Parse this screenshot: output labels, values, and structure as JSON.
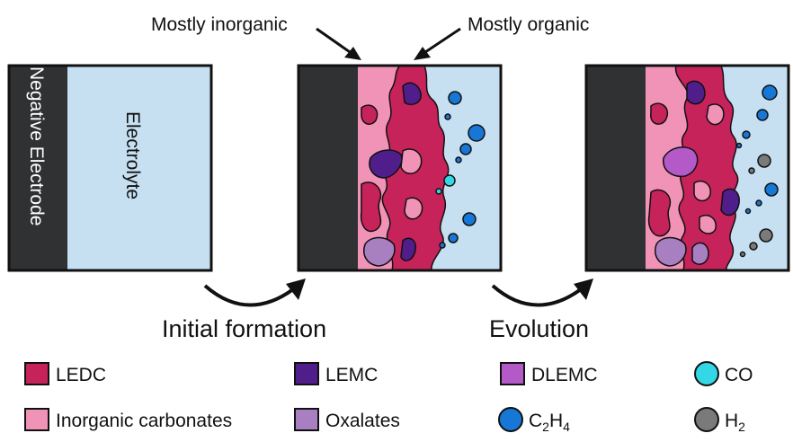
{
  "callouts": {
    "inorganic": "Mostly inorganic",
    "organic": "Mostly organic"
  },
  "panel1": {
    "electrode_label": "Negative Electrode",
    "electrolyte_label": "Electrolyte"
  },
  "arrows": {
    "formation": "Initial formation",
    "evolution": "Evolution"
  },
  "legend": {
    "ledc": "LEDC",
    "inorganic_carbonates": "Inorganic carbonates",
    "lemc": "LEMC",
    "oxalates": "Oxalates",
    "dlemc": "DLEMC",
    "c2h4": {
      "base1": "C",
      "sub1": "2",
      "base2": "H",
      "sub2": "4"
    },
    "co": "CO",
    "h2": {
      "base": "H",
      "sub": "2"
    }
  },
  "colors": {
    "electrode": "#2f3133",
    "electrolyte": "#c6e0f2",
    "ledc": "#c5235a",
    "inorganic_carbonates": "#f193b6",
    "lemc": "#4f1e8a",
    "oxalates": "#a87fc1",
    "dlemc": "#b459c8",
    "c2h4": "#1677d6",
    "co": "#33d7e6",
    "h2": "#7a7a7a"
  }
}
